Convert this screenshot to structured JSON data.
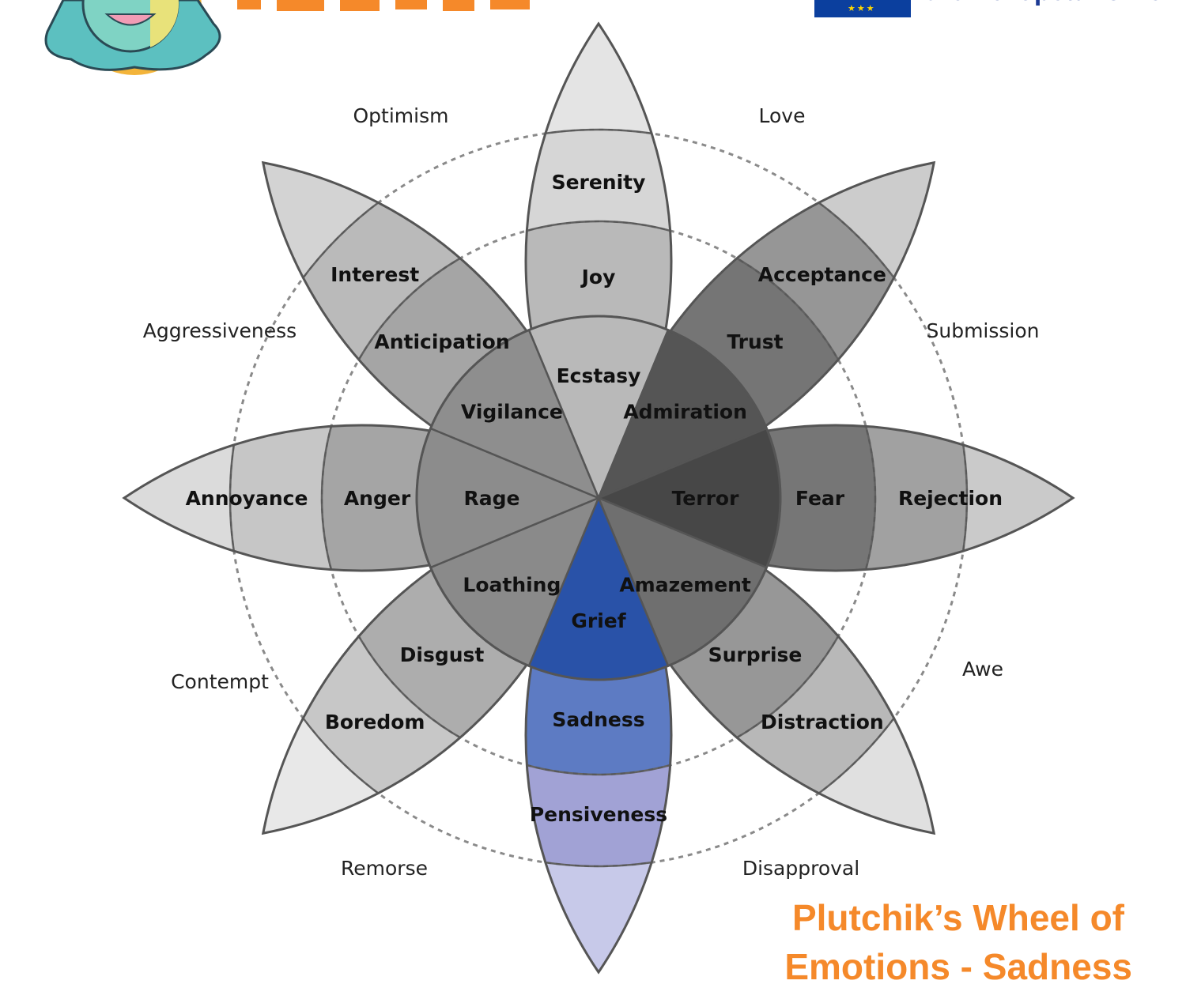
{
  "header": {
    "eu_text": "the European Union"
  },
  "title": {
    "line1": "Plutchik’s Wheel of",
    "line2": "Emotions - Sadness"
  },
  "petals": [
    {
      "inner": "Ecstasy",
      "mid": "Joy",
      "outer": "Serenity",
      "colors": [
        "#b9b9b9",
        "#b3b3b3",
        "#d3d3d3",
        "#e2e2e2"
      ]
    },
    {
      "inner": "Admiration",
      "mid": "Trust",
      "outer": "Acceptance",
      "colors": [
        "#555555",
        "#6a6a6a",
        "#8e8e8e",
        "#c8c8c8"
      ]
    },
    {
      "inner": "Terror",
      "mid": "Fear",
      "outer": "Rejection",
      "colors": [
        "#474747",
        "#6b6b6b",
        "#9a9a9a",
        "#c6c6c6"
      ]
    },
    {
      "inner": "Amazement",
      "mid": "Surprise",
      "outer": "Distraction",
      "colors": [
        "#6f6f6f",
        "#8f8f8f",
        "#b2b2b2",
        "#dedede"
      ]
    },
    {
      "inner": "Grief",
      "mid": "Sadness",
      "outer": "Pensiveness",
      "colors": [
        "#2952a8",
        "#5070be",
        "#9a9bd2",
        "#c3c5e8"
      ]
    },
    {
      "inner": "Loathing",
      "mid": "Disgust",
      "outer": "Boredom",
      "colors": [
        "#8a8a8a",
        "#a6a6a6",
        "#c3c3c3",
        "#e6e6e6"
      ]
    },
    {
      "inner": "Rage",
      "mid": "Anger",
      "outer": "Annoyance",
      "colors": [
        "#8c8c8c",
        "#9e9e9e",
        "#c2c2c2",
        "#d8d8d8"
      ]
    },
    {
      "inner": "Vigilance",
      "mid": "Anticipation",
      "outer": "Interest",
      "colors": [
        "#8e8e8e",
        "#9e9e9e",
        "#b5b5b5",
        "#d0d0d0"
      ]
    }
  ],
  "dyads": [
    "Love",
    "Submission",
    "Awe",
    "Disapproval",
    "Remorse",
    "Contempt",
    "Aggressiveness",
    "Optimism"
  ],
  "colors": {
    "title": "#f5892a",
    "outline": "#555555",
    "dashed": "#8a8a8a"
  }
}
